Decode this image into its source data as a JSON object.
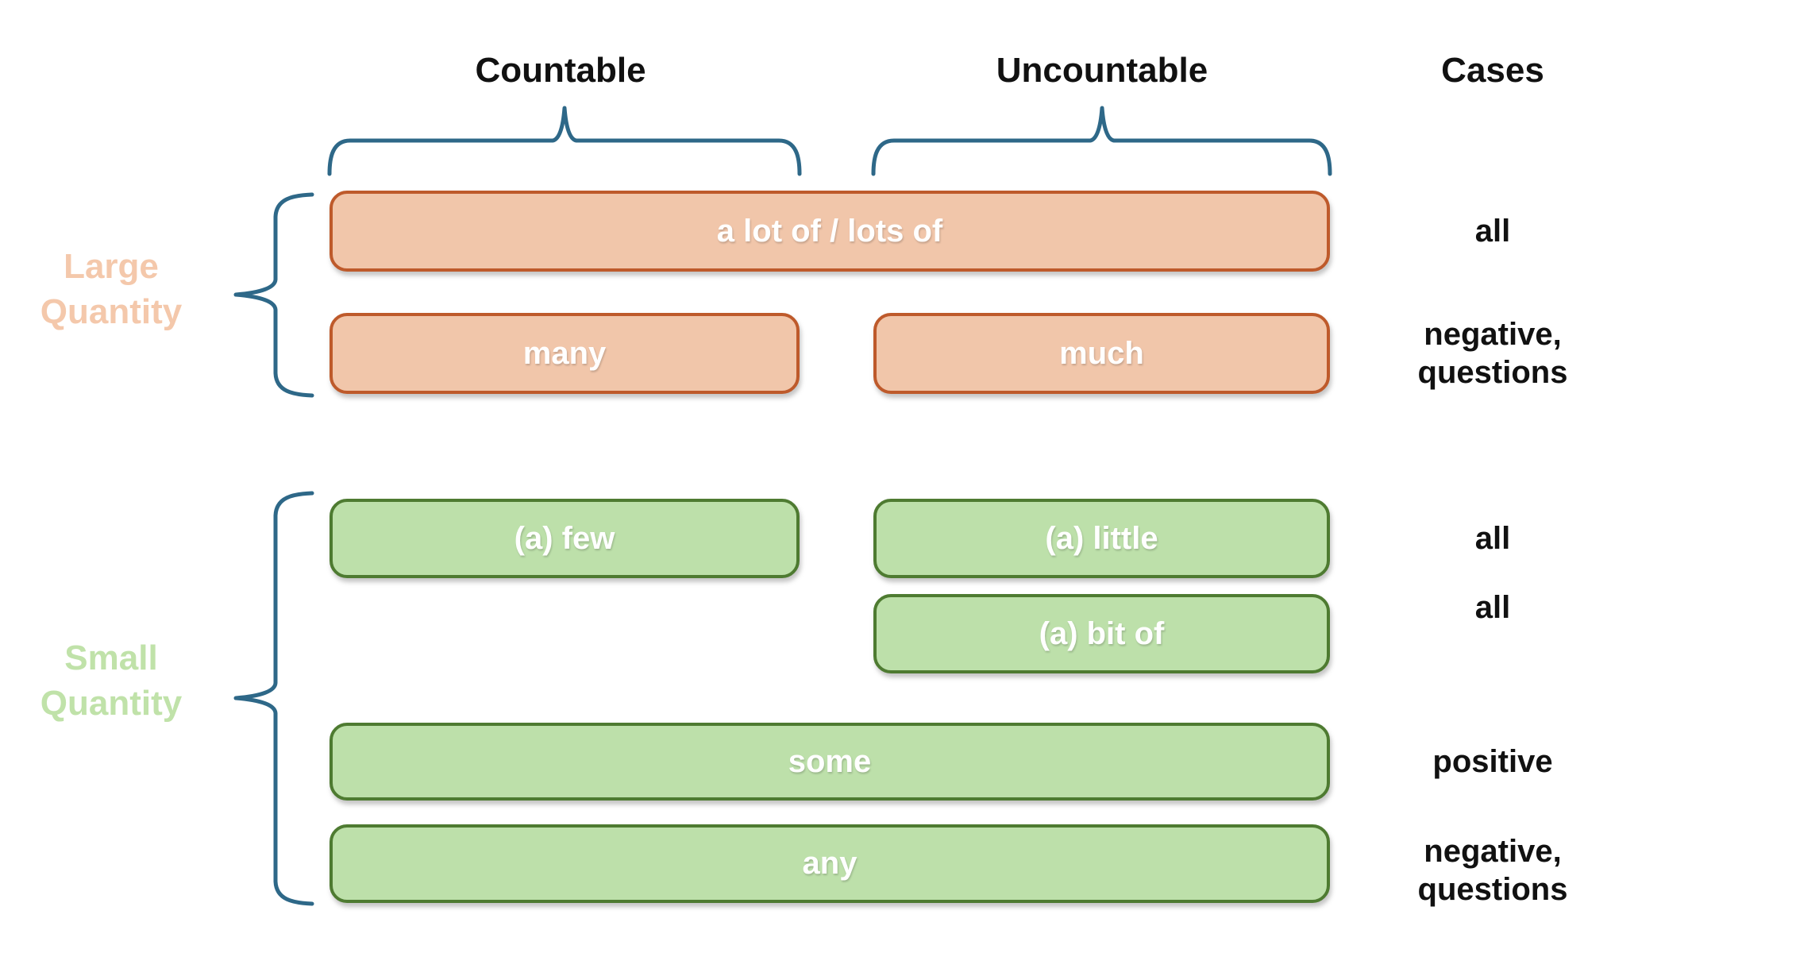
{
  "colors": {
    "orange_fill": "#F1C6AA",
    "orange_border": "#BE5A2B",
    "green_fill": "#BDE0AA",
    "green_border": "#4E7B31",
    "brace_blue": "#2E6888",
    "large_label": "#F4C8AB",
    "small_label": "#C0E2A9",
    "text_dark": "#111111",
    "box_text": "#FFFFFF"
  },
  "headers": {
    "countable": "Countable",
    "uncountable": "Uncountable",
    "cases": "Cases"
  },
  "side_labels": {
    "large": {
      "line1": "Large",
      "line2": "Quantity"
    },
    "small": {
      "line1": "Small",
      "line2": "Quantity"
    }
  },
  "rows": {
    "large_all": {
      "quantifier": "a lot of / lots of",
      "case": [
        "all"
      ]
    },
    "large_neg": {
      "countable_quantifier": "many",
      "uncountable_quantifier": "much",
      "case": [
        "negative,",
        "questions"
      ]
    },
    "small_all": {
      "countable_quantifier": "(a) few",
      "uncountable_quantifier": "(a) little",
      "case": [
        "all"
      ]
    },
    "small_bit": {
      "uncountable_quantifier": "(a) bit of",
      "case": [
        "all"
      ]
    },
    "small_positive": {
      "quantifier": "some",
      "case": [
        "positive"
      ]
    },
    "small_neg": {
      "quantifier": "any",
      "case": [
        "negative,",
        "questions"
      ]
    }
  }
}
